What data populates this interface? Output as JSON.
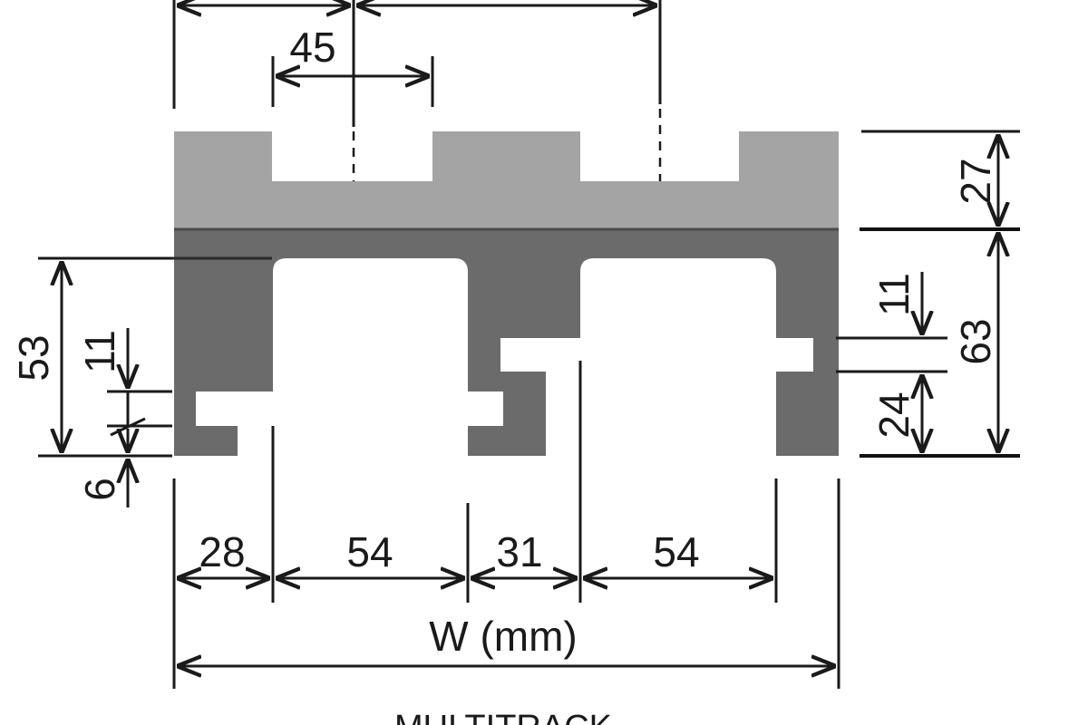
{
  "diagram": {
    "colors": {
      "top_part": "#a4a4a4",
      "bottom_part": "#6b6b6b",
      "seam": "#4a4a4a",
      "lines": "#1a1a1a"
    },
    "dimensions": {
      "top_slot_width": "45",
      "top_height": "27",
      "total_height": "63",
      "left_height": "53",
      "left_slot_height": "11",
      "left_lip_height": "6",
      "right_slot_height": "11",
      "right_lower_height": "24",
      "seg_1": "28",
      "seg_2": "54",
      "seg_3": "31",
      "seg_4": "54",
      "width_label": "W (mm)"
    },
    "caption": "MULTITRACK"
  }
}
